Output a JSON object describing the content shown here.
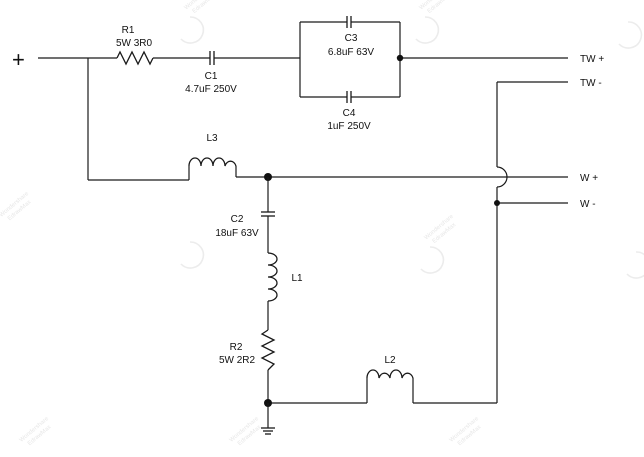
{
  "diagram": {
    "input_symbol": "+",
    "components": {
      "r1": {
        "ref": "R1",
        "value": "5W 3R0"
      },
      "c1": {
        "ref": "C1",
        "value": "4.7uF 250V"
      },
      "c3": {
        "ref": "C3",
        "value": "6.8uF 63V"
      },
      "c4": {
        "ref": "C4",
        "value": "1uF 250V"
      },
      "l3": {
        "ref": "L3"
      },
      "c2": {
        "ref": "C2",
        "value": "18uF 63V"
      },
      "l1": {
        "ref": "L1"
      },
      "r2": {
        "ref": "R2",
        "value": "5W 2R2"
      },
      "l2": {
        "ref": "L2"
      }
    },
    "terminals": {
      "tw_plus": "TW +",
      "tw_minus": "TW -",
      "w_plus": "W +",
      "w_minus": "W -"
    },
    "watermark": {
      "line1": "Wondershare",
      "line2": "EdrawMax"
    },
    "colors": {
      "line": "#1a1a1a",
      "watermark": "#e7e7e7"
    }
  }
}
